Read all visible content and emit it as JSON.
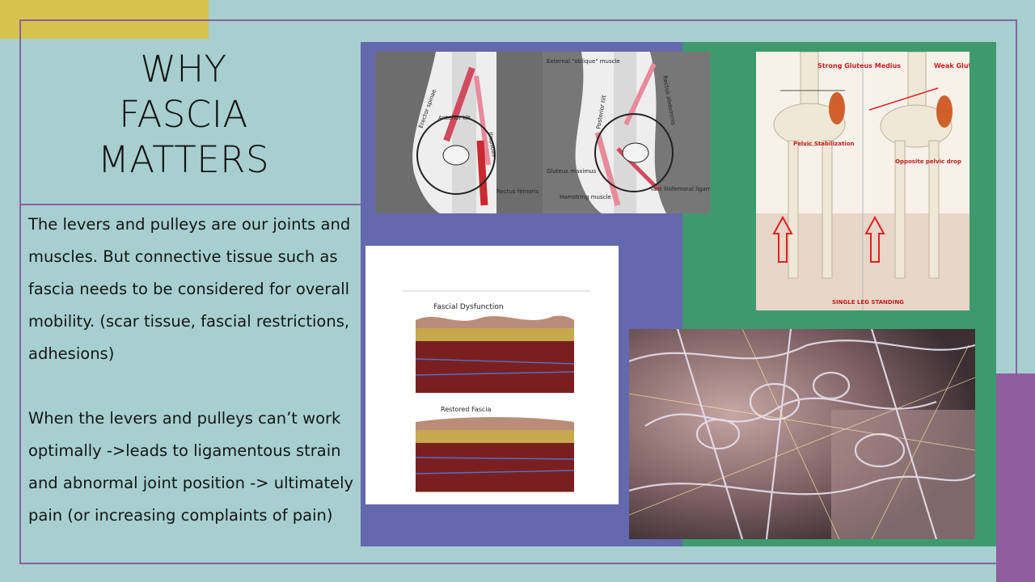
{
  "slide": {
    "title_lines": [
      "WHY",
      "FASCIA",
      "MATTERS"
    ],
    "paragraphs": [
      "The levers and pulleys are our joints and muscles. But connective tissue such as fascia needs to be considered for overall mobility. (scar tissue, fascial restrictions, adhesions)",
      "When the levers and pulleys can’t work optimally ->leads to ligamentous strain and abnormal joint position -> ultimately pain (or increasing complaints of pain)"
    ]
  },
  "colors": {
    "background": "#a7cfd0",
    "frame": "#8a62a0",
    "yellow_accent": "#d8c24f",
    "blue_panel": "#6468ad",
    "green_panel": "#3e9a6d",
    "purple_accent": "#8f5e9f"
  },
  "images": {
    "pelvis_tilt": {
      "labels": {
        "erector": "Erector spinae",
        "anterior": "Anterior tilt",
        "iliopsoas": "Iliopsoas",
        "rectus_femoris": "Rectus femoris",
        "external_oblique": "External \"oblique\" muscle",
        "rectus_abdominis": "Rectus abdominis",
        "posterior": "Posterior tilt",
        "gluteus": "Gluteus maximus",
        "hamstring": "Hamstring muscle",
        "taut": "Taut iliofemoral ligament"
      }
    },
    "gluteus_medius": {
      "labels": {
        "strong": "Strong Gluteus Medius",
        "weak": "Weak Gluteus Medius",
        "pelvic_stab": "Pelvic Stabilization",
        "opposite": "Opposite pelvic drop",
        "single_leg": "SINGLE LEG STANDING"
      }
    },
    "fascia_layers": {
      "labels": {
        "dysfunction": "Fascial Dysfunction",
        "restored": "Restored Fascia"
      }
    },
    "fascia_web": {
      "icon": "fascia-web-photo"
    }
  }
}
